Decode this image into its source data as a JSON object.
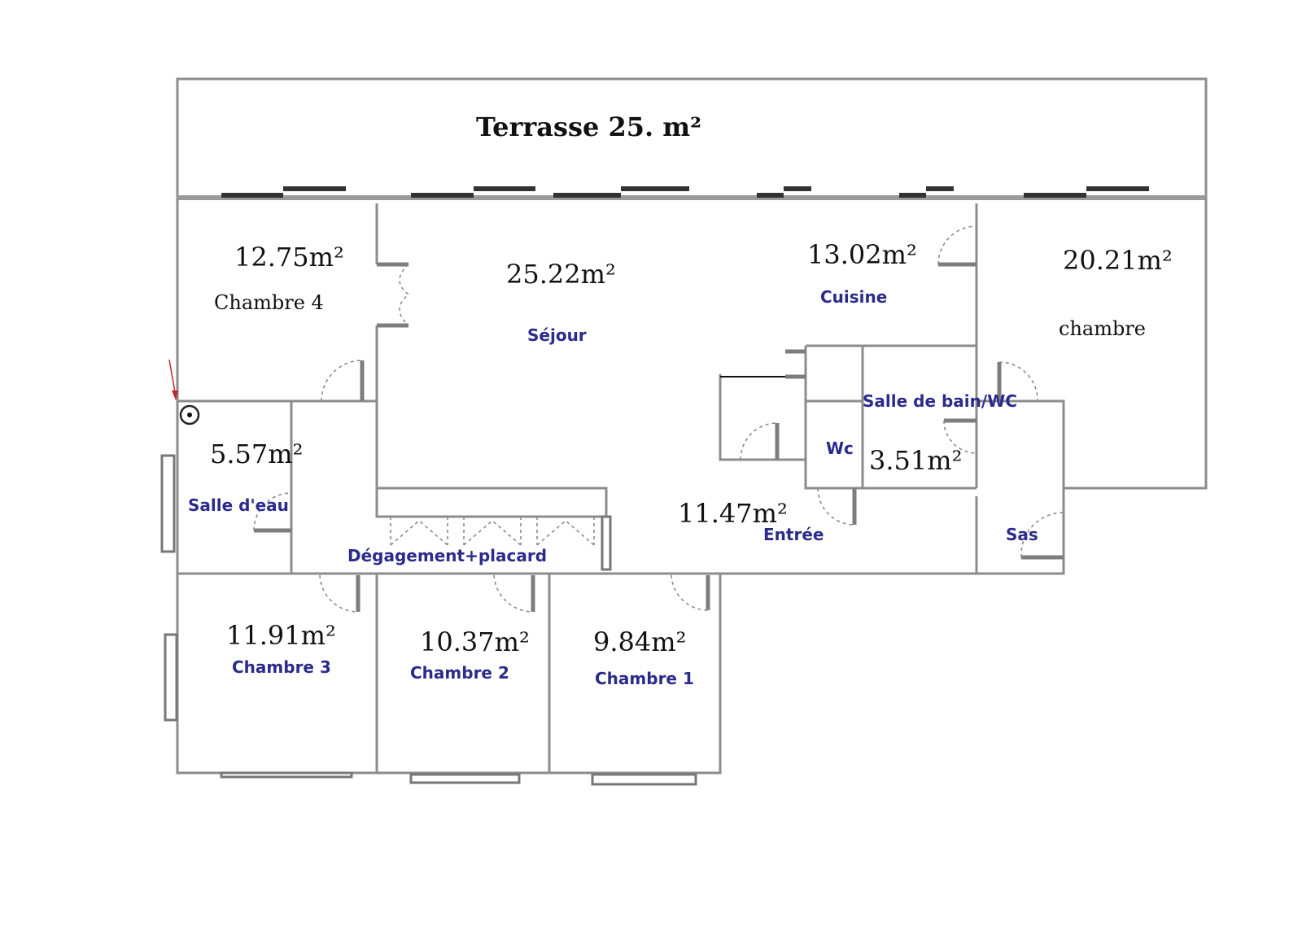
{
  "title": "Terrasse 25. m²",
  "rooms": {
    "chambre4": {
      "area": "12.75m²",
      "name": "Chambre 4"
    },
    "sejour": {
      "area": "25.22m²",
      "name": "Séjour"
    },
    "cuisine": {
      "area": "13.02m²",
      "name": "Cuisine"
    },
    "chambre": {
      "area": "20.21m²",
      "name": "chambre"
    },
    "salle_eau": {
      "area": "5.57m²",
      "name": "Salle d'eau"
    },
    "degagement": {
      "name": "Dégagement+placard"
    },
    "salle_bain": {
      "name": "Salle de bain/WC",
      "area": "3.51m²"
    },
    "wc": {
      "name": "Wc"
    },
    "entree": {
      "area": "11.47m²",
      "name": "Entrée"
    },
    "sas": {
      "name": "Sas"
    },
    "chambre3": {
      "area": "11.91m²",
      "name": "Chambre 3"
    },
    "chambre2": {
      "area": "10.37m²",
      "name": "Chambre 2"
    },
    "chambre1": {
      "area": "9.84m²",
      "name": "Chambre 1"
    }
  },
  "colors": {
    "wall": "#8c8c8c",
    "label": "#2b2b8c",
    "marker": "#c0272d"
  }
}
